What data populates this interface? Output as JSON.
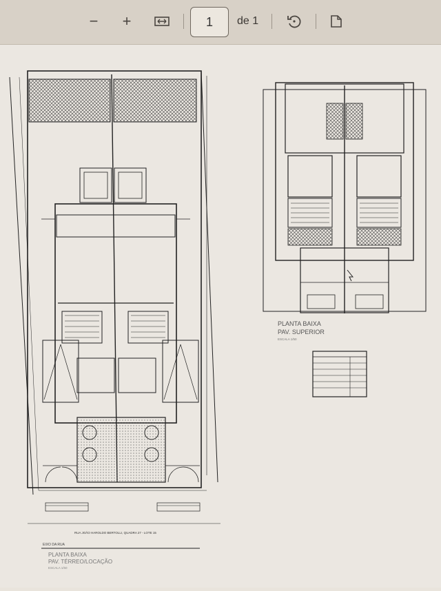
{
  "toolbar": {
    "zoom_out_glyph": "−",
    "zoom_in_glyph": "+",
    "page_current": "1",
    "page_of_label": "de 1",
    "icons": [
      "minus-icon",
      "plus-icon",
      "fit-width-icon",
      "rotate-icon",
      "document-icon"
    ]
  },
  "drawing": {
    "upper_plan_title": "PLANTA BAIXA",
    "upper_plan_subtitle": "PAV. SUPERIOR",
    "upper_plan_scale": "ESCALA 1/50",
    "address_label": "RUA JOÃO HAROLDO BERTOLLI, QUADRA 27 - LOTE 15",
    "street_axis_label": "EIXO DA RUA",
    "ground_plan_title": "PLANTA BAIXA",
    "ground_plan_subtitle": "PAV. TÉRREO/LOCAÇÃO",
    "ground_plan_scale": "ESCALA 1/50"
  }
}
